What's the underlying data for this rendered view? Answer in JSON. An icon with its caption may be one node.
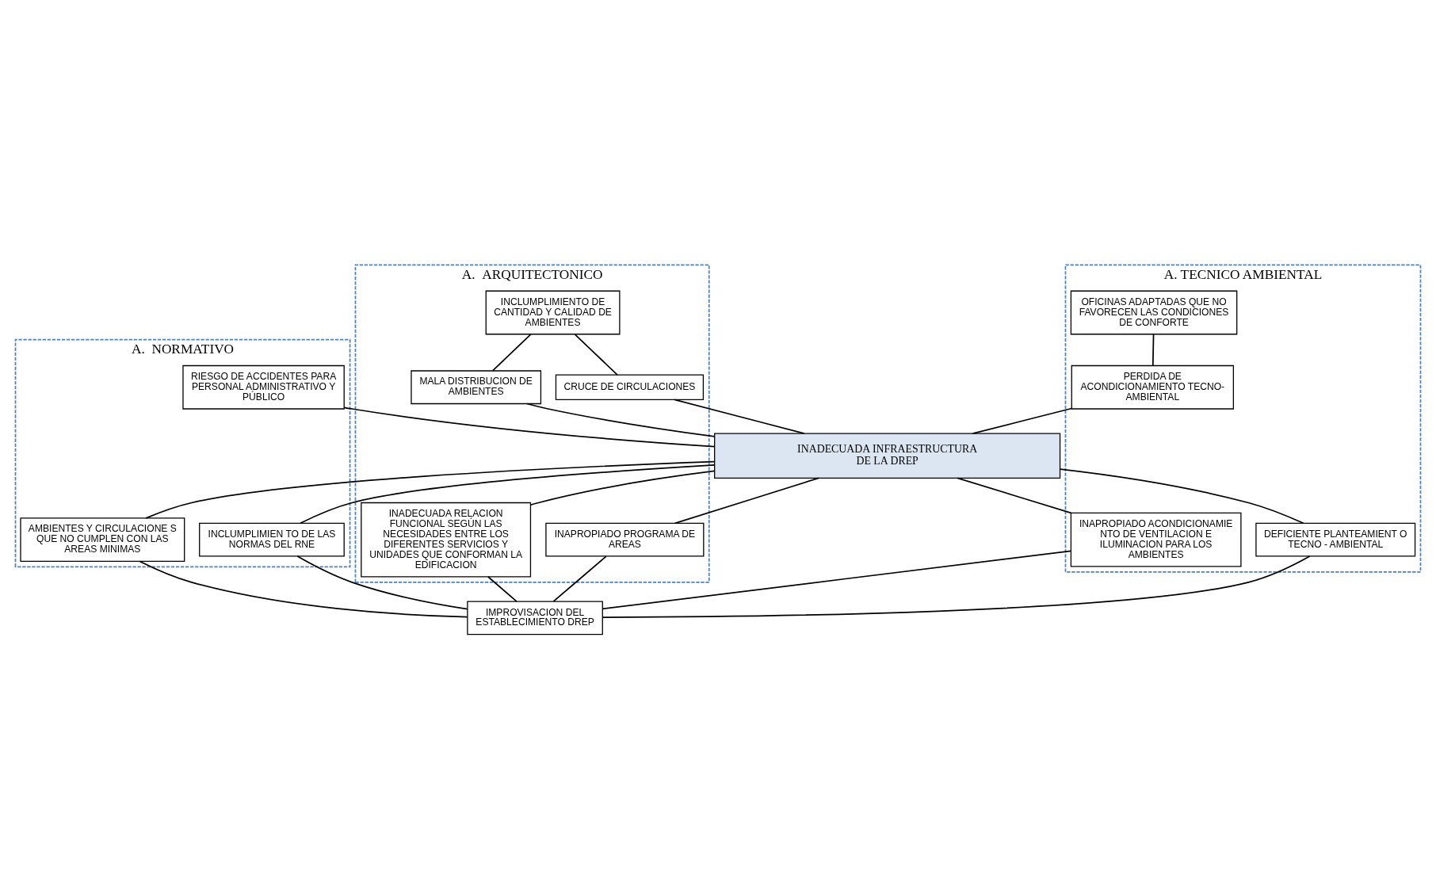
{
  "diagram": {
    "nodes": [
      {
        "text": [
          "A.  NORMATIVO"
        ]
      },
      {
        "text": [
          "RIESGO DE ACCIDENTES PARA PERSONAL ADMINISTRATIVO Y PÚBLICO"
        ],
        "in": 0
      },
      {
        "text": [
          "INCLUMPLIMIEN TO DE LAS NORMAS DEL RNE"
        ],
        "in": 0
      },
      {
        "text": [
          "AMBIENTES Y CIRCULACIONE S QUE NO CUMPLEN CON LAS AREAS MINIMAS"
        ],
        "in": 0
      },
      {
        "text": [
          "A.  ARQUITECTONICO"
        ]
      },
      {
        "text": [
          "INCLUMPLIMIENTO DE CANTIDAD Y CALIDAD DE AMBIENTES"
        ],
        "in": 4
      },
      {
        "text": [
          "MALA DISTRIBUCION DE AMBIENTES"
        ],
        "in": 4
      },
      {
        "text": [
          "CRUCE DE CIRCULACIONES"
        ],
        "in": 4
      },
      {
        "text": [
          "INAPROPIADO PROGRAMA DE AREAS"
        ],
        "in": 4
      },
      {
        "text": [
          "INADECUADA RELACION FUNCIONAL SEGÚN LAS NECESIDADES ENTRE LOS DIFERENTES SERVICIOS Y UNIDADES QUE CONFORMAN LA EDIFICACION"
        ],
        "in": 4
      },
      {
        "text": [
          "A. TECNICO AMBIENTAL"
        ]
      },
      {
        "text": [
          "OFICINAS ADAPTADAS QUE NO FAVORECEN LAS CONDICIONES DE CONFORTE"
        ],
        "in": 10
      },
      {
        "text": [
          "PERDIDA DE ACONDICIONAMIENTO TECNO- AMBIENTAL"
        ],
        "in": 10
      },
      {
        "text": [
          "DEFICIENTE PLANTEAMIENT O TECNO - AMBIENTAL"
        ],
        "in": 10
      },
      {
        "text": [
          "INAPROPIADO ACONDICIONAMIE NTO DE VENTILACION E ILUMINACION PARA LOS AMBIENTES"
        ],
        "in": 10
      },
      {
        "text": [
          "INADECUADA INFRAESTRUCTURA DE LA DREP"
        ]
      },
      {
        "text": [
          "IMPROVISACION DEL ESTABLECIMIENTO DREP"
        ]
      }
    ],
    "edges": [
      {
        "from": 5,
        "to": 6,
        "arrow": "none"
      },
      {
        "from": 5,
        "to": 7,
        "arrow": "none"
      },
      {
        "from": 11,
        "to": 12,
        "arrow": "none"
      },
      {
        "from": 1,
        "to": 15,
        "arrow": "none"
      },
      {
        "from": 6,
        "to": 15,
        "arrow": "none"
      },
      {
        "from": 7,
        "to": 15,
        "arrow": "none"
      },
      {
        "from": 12,
        "to": 15,
        "arrow": "none"
      },
      {
        "from": 15,
        "to": 2,
        "arrow": "none"
      },
      {
        "from": 15,
        "to": 3,
        "arrow": "none"
      },
      {
        "from": 15,
        "to": 8,
        "arrow": "none"
      },
      {
        "from": 15,
        "to": 9,
        "arrow": "none"
      },
      {
        "from": 15,
        "to": 13,
        "arrow": "none"
      },
      {
        "from": 15,
        "to": 14,
        "arrow": "none"
      },
      {
        "from": 2,
        "to": 16,
        "arrow": "none"
      },
      {
        "from": 3,
        "to": 16,
        "arrow": "none"
      },
      {
        "from": 8,
        "to": 16,
        "arrow": "none"
      },
      {
        "from": 9,
        "to": 16,
        "arrow": "none"
      },
      {
        "from": 13,
        "to": 16,
        "arrow": "none"
      },
      {
        "from": 14,
        "to": 16,
        "arrow": "none"
      }
    ]
  }
}
